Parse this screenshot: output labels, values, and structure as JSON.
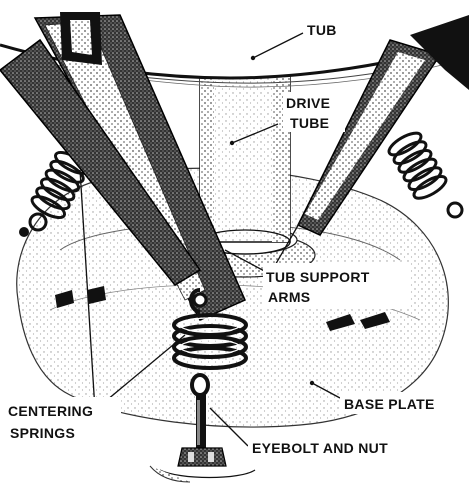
{
  "figure": {
    "colors": {
      "ink": "#111111",
      "paper": "#ffffff",
      "stipple": "#8a8a8a",
      "light_stipple": "#c9c9c9"
    },
    "labels": {
      "tub": "TUB",
      "drive_tube_1": "DRIVE",
      "drive_tube_2": "TUBE",
      "tub_support_arms_1": "TUB SUPPORT",
      "tub_support_arms_2": "ARMS",
      "centering_springs_1": "CENTERING",
      "centering_springs_2": "SPRINGS",
      "base_plate": "BASE PLATE",
      "eyebolt_and_nut": "EYEBOLT AND NUT"
    }
  }
}
